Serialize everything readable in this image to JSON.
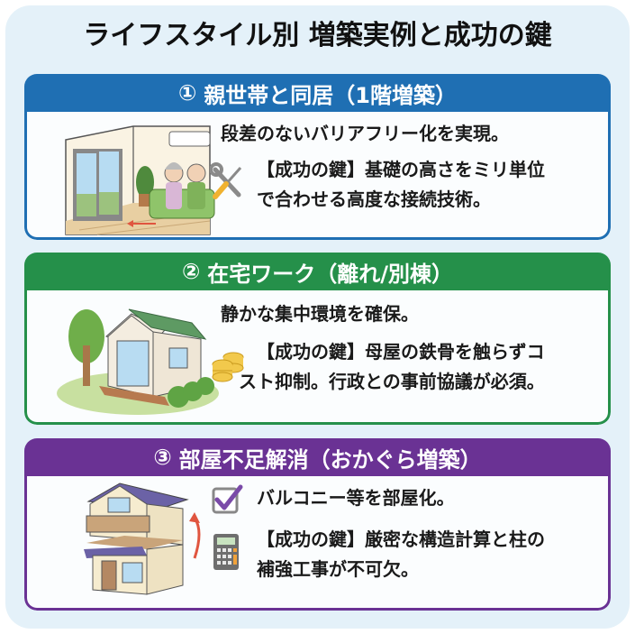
{
  "title": "ライフスタイル別 増築実例と成功の鍵",
  "colors": {
    "background": "#e4f1f9",
    "card1": "#1f6fb3",
    "card2": "#25904a",
    "card3": "#6a3294"
  },
  "cards": [
    {
      "number": "①",
      "heading": "親世帯と同居（1階増築）",
      "illustration": "elderly-couple-living-room",
      "point": "段差のないバリアフリー化を実現。",
      "key_icon": "wrench-screwdriver-icon",
      "key_line1": "【成功の鍵】基礎の高さをミリ単位",
      "key_line2": "で合わせる高度な接続技術。"
    },
    {
      "number": "②",
      "heading": "在宅ワーク（離れ/別棟）",
      "illustration": "detached-cabin-office",
      "point": "静かな集中環境を確保。",
      "key_icon": "coins-icon",
      "key_line1": "【成功の鍵】母屋の鉄骨を触らずコ",
      "key_line2": "スト抑制。行政との事前協議が必須。"
    },
    {
      "number": "③",
      "heading": "部屋不足解消（おかぐら増築）",
      "illustration": "two-story-house-extension",
      "point_icon": "checkbox-icon",
      "point": "バルコニー等を部屋化。",
      "key_icon": "calculator-icon",
      "key_line1": "【成功の鍵】厳密な構造計算と柱の",
      "key_line2": "補強工事が不可欠。"
    }
  ]
}
